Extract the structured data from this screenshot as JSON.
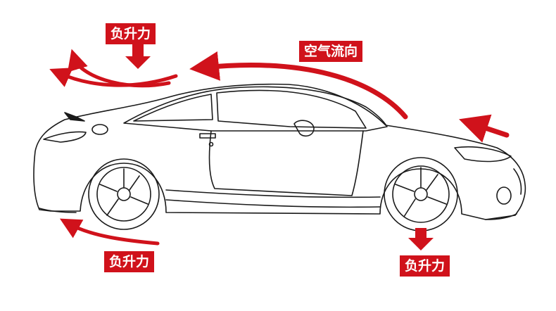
{
  "labels": {
    "downforce_top": "负升力",
    "airflow": "空气流向",
    "downforce_bottom_left": "负升力",
    "downforce_bottom_right": "负升力"
  },
  "colors": {
    "accent": "#d0121b",
    "outline": "#1a1a1a",
    "background": "#ffffff"
  }
}
